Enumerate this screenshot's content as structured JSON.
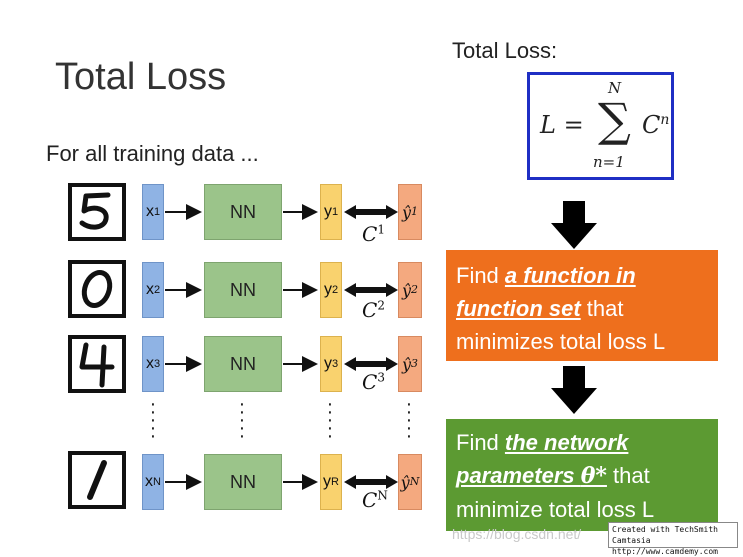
{
  "title": "Total Loss",
  "subtitle": "For all training data ...",
  "total_loss_label": "Total Loss:",
  "formula": {
    "lhs": "L = ",
    "sum_upper": "N",
    "sum_lower": "n=1",
    "term": "C",
    "term_sup": "n"
  },
  "nn_label": "NN",
  "rows": [
    {
      "x": "x",
      "x_sup": "1",
      "y": "y",
      "y_sup": "1",
      "yhat": "ŷ",
      "yhat_sup": "1",
      "cost": "C",
      "cost_sup": "1"
    },
    {
      "x": "x",
      "x_sup": "2",
      "y": "y",
      "y_sup": "2",
      "yhat": "ŷ",
      "yhat_sup": "2",
      "cost": "C",
      "cost_sup": "2"
    },
    {
      "x": "x",
      "x_sup": "3",
      "y": "y",
      "y_sup": "3",
      "yhat": "ŷ",
      "yhat_sup": "3",
      "cost": "C",
      "cost_sup": "3"
    },
    {
      "x": "x",
      "x_sup": "N",
      "y": "y",
      "y_sup": "R",
      "yhat": "ŷ",
      "yhat_sup": "N",
      "cost": "C",
      "cost_sup": "N"
    }
  ],
  "digits": [
    "5",
    "0",
    "4",
    "1"
  ],
  "step1": {
    "pre": "Find ",
    "emph": "a function in function set",
    "post": " that minimizes total loss L"
  },
  "step2": {
    "pre": "Find ",
    "emph": "the network parameters ",
    "theta": "θ*",
    "post": " that minimize total loss L"
  },
  "watermark": "https://blog.csdn.net/",
  "camtasia": {
    "line1": "Created with TechSmith Camtasia",
    "line2": "http://www.camdemy.com"
  },
  "colors": {
    "x_box": "#8fb3e4",
    "nn_box": "#9bc48a",
    "y_box": "#f9d26e",
    "yhat_box": "#f4a97f",
    "orange_step": "#ee6f1d",
    "green_step": "#5c9a32",
    "formula_border": "#1f2fc4"
  }
}
